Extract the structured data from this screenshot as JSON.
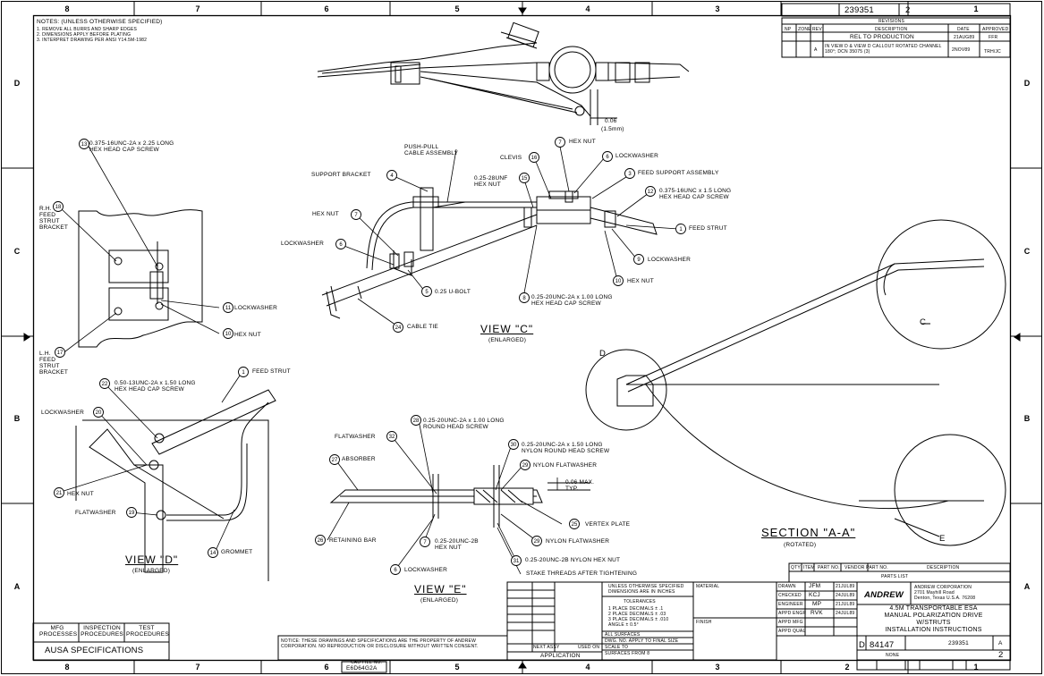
{
  "border": {
    "columns": [
      "8",
      "7",
      "6",
      "5",
      "4",
      "3",
      "2",
      "1"
    ],
    "rows": [
      "D",
      "C",
      "B",
      "A"
    ]
  },
  "notes": {
    "title": "NOTES: (UNLESS OTHERWISE SPECIFIED)",
    "lines": [
      "1. REMOVE ALL BURRS AND SHARP EDGES",
      "2. DIMENSIONS APPLY BEFORE PLATING",
      "3. INTERPRET DRAWING PER ANSI Y14.5M-1982"
    ]
  },
  "doc_number_box": {
    "number": "239351",
    "sheet": "2"
  },
  "revisions": {
    "title": "REVISIONS",
    "headers": [
      "NP",
      "ZONE",
      "REV",
      "DESCRIPTION",
      "DATE",
      "APPROVED"
    ],
    "rows": [
      {
        "rev": "",
        "desc": "REL TO PRODUCTION",
        "date": "21AUG89",
        "appr": "FFR"
      },
      {
        "rev": "A",
        "desc": "IN VIEW D & VIEW D CALLOUT ROTATED CHANNEL 180°; DCN 35075 (3)",
        "date": "2NOV89",
        "appr": "TRH/JC"
      }
    ]
  },
  "view_c": {
    "title": "VIEW \"C\"",
    "sub": "(ENLARGED)",
    "labels": {
      "push_pull": "PUSH-PULL\nCABLE ASSEMBLY",
      "support_bracket": "SUPPORT BRACKET",
      "clevis": "CLEVIS",
      "hex_nut_28": "0.25-28UNF\nHEX NUT",
      "hex_nut_7": "HEX NUT",
      "lockwasher_6": "LOCKWASHER",
      "feed_support": "FEED SUPPORT ASSEMBLY",
      "screw_12": "0.375-16UNC x 1.5 LONG\nHEX HEAD CAP SCREW",
      "feed_strut": "FEED STRUT",
      "lockwasher_9": "LOCKWASHER",
      "hex_nut_10": "HEX NUT",
      "screw_8": "0.25-20UNC-2A x 1.00 LONG\nHEX HEAD CAP SCREW",
      "u_bolt": "0.25 U-BOLT",
      "cable_tie": "CABLE TIE",
      "hex_nut_left": "HEX NUT",
      "lockwasher_left": "LOCKWASHER"
    }
  },
  "top_detail": {
    "dim": "0.06",
    "dim_mm": "(1.5mm)"
  },
  "left_detail": {
    "screw_13": "0.375-16UNC-2A x 2.25 LONG\nHEX HEAD CAP SCREW",
    "rh": "R.H.\nFEED\nSTRUT\nBRACKET",
    "lh": "L.H.\nFEED\nSTRUT\nBRACKET",
    "lockwasher": "LOCKWASHER",
    "hex_nut": "HEX NUT"
  },
  "view_d": {
    "title": "VIEW \"D\"",
    "sub": "(ENLARGED)",
    "feed_strut": "FEED STRUT",
    "screw_22": "0.50-13UNC-2A x 1.50 LONG\nHEX HEAD CAP SCREW",
    "lockwasher": "LOCKWASHER",
    "hex_nut": "HEX NUT",
    "flatwasher": "FLATWASHER",
    "grommet": "GROMMET"
  },
  "view_e": {
    "title": "VIEW \"E\"",
    "sub": "(ENLARGED)",
    "screw_28": "0.25-20UNC-2A x 1.00 LONG\nROUND HEAD SCREW",
    "flatwasher": "FLATWASHER",
    "absorber": "ABSORBER",
    "screw_30": "0.25-20UNC-2A x 1.50 LONG\nNYLON ROUND HEAD SCREW",
    "nylon_flat_29": "NYLON FLATWASHER",
    "max": "0.06 MAX.\nTYP.",
    "vertex": "VERTEX PLATE",
    "retaining": "RETAINING BAR",
    "hex_nut": "0.25-20UNC-2B\nHEX NUT",
    "nylon_flat_29b": "NYLON FLATWASHER",
    "lockwasher": "LOCKWASHER",
    "nylon_hex": "0.25-20UNC-2B NYLON HEX NUT",
    "stake": "STAKE THREADS AFTER TIGHTENING"
  },
  "section_aa": {
    "title": "SECTION \"A-A\"",
    "sub": "(ROTATED)",
    "c": "C",
    "d": "D",
    "e": "E"
  },
  "balloons": {
    "b13": "13",
    "b18": "18",
    "b17": "17",
    "b11": "11",
    "b9": "9",
    "b10": "10",
    "b4": "4",
    "b7": "7",
    "b6": "6",
    "b5": "5",
    "b24": "24",
    "b16": "16",
    "b15": "15",
    "b3": "3",
    "b12": "12",
    "b1": "1",
    "b8": "8",
    "b22": "22",
    "b20": "20",
    "b21": "21",
    "b19": "19",
    "b14": "14",
    "b28": "28",
    "b32": "32",
    "b27": "27",
    "b30": "30",
    "b29": "29",
    "b25": "25",
    "b26": "26",
    "b31": "31"
  },
  "spec_box": {
    "cells": [
      "MFG\nPROCESSES",
      "INSPECTION\nPROCEDURES",
      "TEST\nPROCEDURES"
    ],
    "title": "AUSA SPECIFICATIONS"
  },
  "cad_file": {
    "label": "CAD FILE NO.",
    "value": "E6D64G2A"
  },
  "tolerances": {
    "head": "UNLESS OTHERWISE SPECIFIED\nDIMENSIONS ARE IN INCHES",
    "title": "TOLERANCES",
    "lines": [
      "1 PLACE DECIMALS ± .1",
      "2 PLACE DECIMALS ± .03",
      "3 PLACE DECIMALS ± .010",
      "ANGLE ± 0.5°"
    ],
    "foot": [
      "ALL SURFACES",
      "DWG. NO. APPLY TO FINAL SIZE",
      "SCALE TO",
      "SURFACES FROM 8"
    ]
  },
  "application": {
    "next": "NEXT ASSY",
    "used": "USED ON",
    "label": "APPLICATION"
  },
  "material": {
    "material": "MATERIAL",
    "finish": "FINISH"
  },
  "signatures": {
    "rows": [
      {
        "role": "DRAWN",
        "init": "JFM",
        "date": "21JUL89"
      },
      {
        "role": "CHECKED",
        "init": "KCJ",
        "date": "24JUL89"
      },
      {
        "role": "ENGINEER",
        "init": "MP",
        "date": "21JUL89"
      },
      {
        "role": "APPD ENGR",
        "init": "RVK",
        "date": "24JUL89"
      },
      {
        "role": "APPD MFG",
        "init": "",
        "date": ""
      },
      {
        "role": "APPD QUAL",
        "init": "",
        "date": ""
      }
    ]
  },
  "company": {
    "logo": "ANDREW",
    "name": "ANDREW CORPORATION",
    "addr": "2701 Mayhill Road\nDenton, Texas U.S.A. 76208"
  },
  "title_block": {
    "title": "4.5M TRANSPORTABLE ESA\nMANUAL POLARIZATION DRIVE\nW/STRUTS\nINSTALLATION INSTRUCTIONS",
    "size": "D",
    "cage": "84147",
    "dwg": "239351",
    "rev": "A",
    "sheet": "2",
    "scale": "NONE"
  },
  "parts_list": {
    "title": "PARTS LIST",
    "headers": [
      "QTY",
      "ITEM",
      "PART NO.",
      "VENDOR PART NO.",
      "DESCRIPTION"
    ]
  },
  "fine_print": "NOTICE: THESE DRAWINGS AND SPECIFICATIONS ARE THE PROPERTY OF ANDREW CORPORATION. NO REPRODUCTION OR DISCLOSURE WITHOUT WRITTEN CONSENT."
}
